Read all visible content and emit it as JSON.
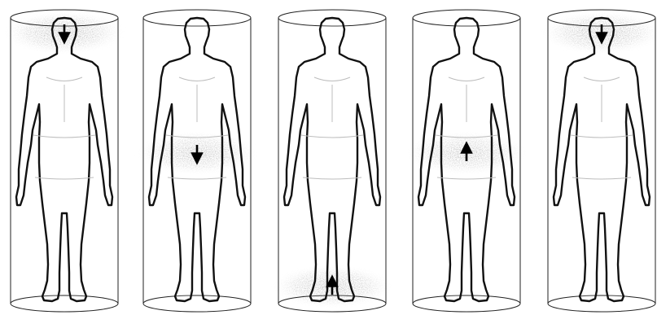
{
  "figure": {
    "panels": [
      {
        "id": "panel-1",
        "shaded_region": "head",
        "arrow": "down"
      },
      {
        "id": "panel-2",
        "shaded_region": "hips",
        "arrow": "down"
      },
      {
        "id": "panel-3",
        "shaded_region": "feet",
        "arrow": "up"
      },
      {
        "id": "panel-4",
        "shaded_region": "hips",
        "arrow": "up"
      },
      {
        "id": "panel-5",
        "shaded_region": "head",
        "arrow": "down"
      }
    ],
    "colors": {
      "outline": "#111111",
      "cylinder": "#222222",
      "shading": "#9a9a9a",
      "arrow": "#000000"
    }
  }
}
